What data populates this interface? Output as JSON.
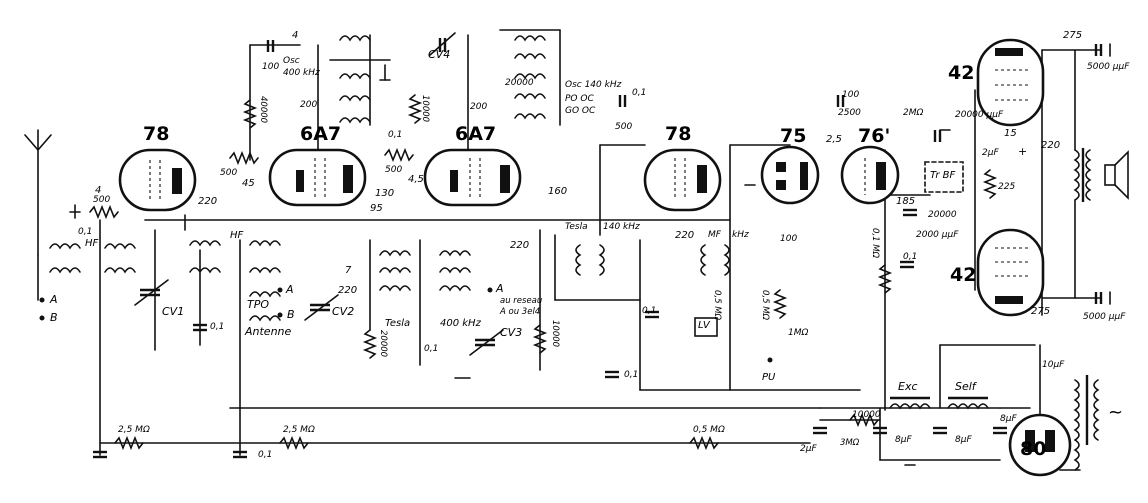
{
  "tubes": {
    "t78a": "78",
    "t6a7a": "6A7",
    "t6a7b": "6A7",
    "t78b": "78",
    "t75": "75",
    "t76": "76'",
    "t42a": "42",
    "t42b": "42",
    "t80": "80"
  },
  "coils": {
    "hf1": "HF",
    "hf2": "HF",
    "osc1": "Osc",
    "osc1_freq": "400 kHz",
    "osc2": "Osc 140 kHz",
    "po": "PO OC",
    "go": "GO OC",
    "tesla1": "Tesla",
    "tesla2": "Tesla",
    "if1": "140 kHz",
    "if2": "400 kHz",
    "mf": "MF",
    "khz": "kHz",
    "exc": "Exc",
    "self": "Self",
    "trbf": "Tr BF",
    "tpo": "TPO",
    "antenne": "Antenne",
    "au_reseau": "au reseau",
    "a_on_3el4": "A ou 3el4"
  },
  "capacitors": {
    "cv1": "CV1",
    "cv2": "CV2",
    "cv3": "CV3",
    "cv4": "CV4",
    "c01a": "0,1",
    "c01b": "0,1",
    "c01c": "0,1",
    "c01d": "0,1",
    "c01e": "0,1",
    "c01f": "0,1",
    "c01g": "0,1",
    "c01h": "0,1",
    "c01i": "0,1",
    "c100a": "100",
    "c100b": "100",
    "c100c": "100",
    "c200a": "200",
    "c200b": "200",
    "c5000a": "5000 µµF",
    "c5000b": "5000 µµF",
    "c20000a": "20000",
    "c20000b": "20000 µµF",
    "c20000c": "20000",
    "c2000uf": "2000 µµF",
    "c2uf_a": "2µF",
    "c2uf_b": "2µF",
    "c8uf_a": "8µF",
    "c8uf_b": "8µF",
    "c8uf_c": "8µF",
    "c10uf": "10µF"
  },
  "resistors": {
    "r500a": "500",
    "r500b": "500",
    "r500c": "500",
    "r500d": "500",
    "r40000": "40000",
    "r10000a": "10000",
    "r10000b": "10000",
    "r10000c": "10000",
    "r20000": "20000",
    "r2500": "2500",
    "r225": "225",
    "r25mo": "2,5 MΩ",
    "r25mo_b": "2,5 MΩ",
    "r05mo": "0,5 MΩ",
    "r05mo_b": "0,5 MΩ",
    "r05mo_c": "0,5 MΩ",
    "r1mo": "1MΩ",
    "r01mo": "0,1 MΩ",
    "r2mo": "2MΩ",
    "r3mo": "3MΩ"
  },
  "voltages": {
    "v4a": "4",
    "v4b": "4",
    "v45a": "45",
    "v45b": "4,5",
    "v220a": "220",
    "v220b": "220",
    "v220c": "220",
    "v220d": "220",
    "v220e": "220",
    "v130": "130",
    "v95": "95",
    "v160": "160",
    "v7": "7",
    "v15": "15",
    "v25": "2,5",
    "v185": "185",
    "v275a": "275",
    "v275b": "275"
  },
  "misc": {
    "a1": "A",
    "b1": "B",
    "a2": "A",
    "b2": "B",
    "a3": "A",
    "lv": "LV",
    "pu": "PU",
    "plus": "+",
    "ac": "~"
  }
}
